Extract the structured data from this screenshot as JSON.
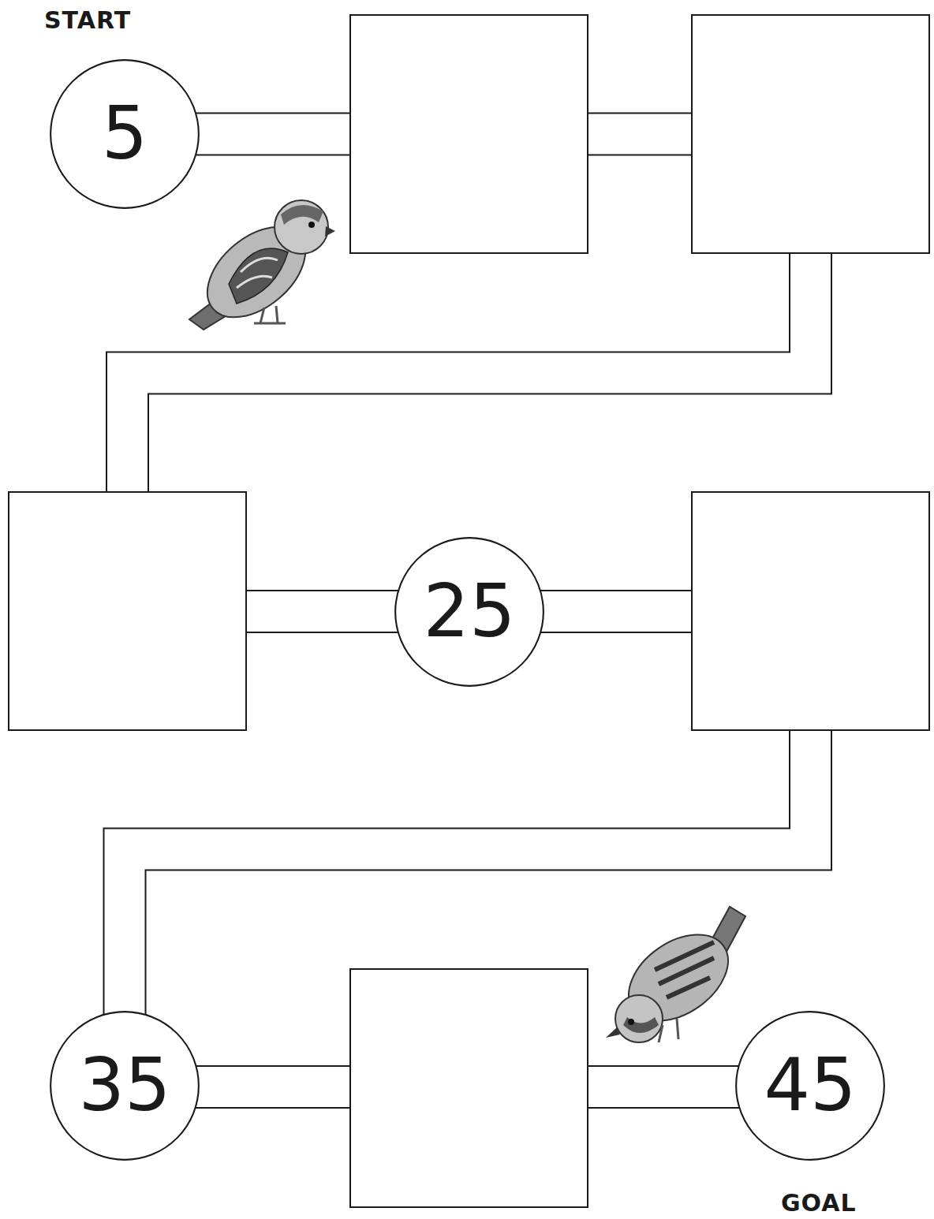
{
  "diagram": {
    "nodes": [
      {
        "text": [
          "5"
        ]
      },
      {
        "text": []
      },
      {
        "text": []
      },
      {
        "text": []
      },
      {
        "text": [
          "25"
        ]
      },
      {
        "text": []
      },
      {
        "text": [
          "35"
        ]
      },
      {
        "text": []
      },
      {
        "text": [
          "45"
        ]
      }
    ],
    "edges": [
      {
        "from": 0,
        "to": 1,
        "arrow": "none"
      },
      {
        "from": 1,
        "to": 2,
        "arrow": "none"
      },
      {
        "from": 2,
        "to": 3,
        "arrow": "none"
      },
      {
        "from": 3,
        "to": 4,
        "arrow": "none"
      },
      {
        "from": 4,
        "to": 5,
        "arrow": "none"
      },
      {
        "from": 5,
        "to": 6,
        "arrow": "none"
      },
      {
        "from": 6,
        "to": 7,
        "arrow": "none"
      },
      {
        "from": 7,
        "to": 8,
        "arrow": "none"
      }
    ],
    "labels": [
      "START",
      "GOAL"
    ]
  }
}
